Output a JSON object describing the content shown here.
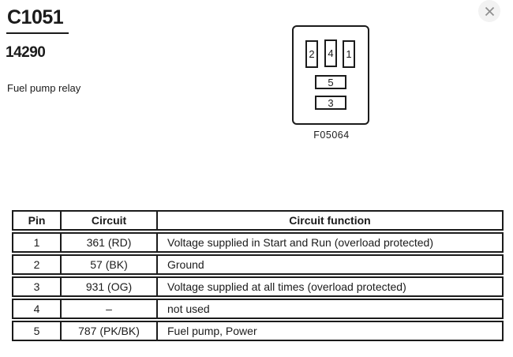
{
  "title_block": {
    "connector_id": "C1051",
    "part_number": "14290",
    "description": "Fuel pump relay"
  },
  "diagram": {
    "figure_label": "F05064",
    "pins_top": [
      "2",
      "4",
      "1"
    ],
    "pin_middle": "5",
    "pin_bottom": "3"
  },
  "pin_table": {
    "headers": {
      "pin": "Pin",
      "circuit": "Circuit",
      "function": "Circuit function"
    },
    "rows": [
      {
        "pin": "1",
        "circuit": "361 (RD)",
        "function": "Voltage supplied in Start and Run (overload protected)"
      },
      {
        "pin": "2",
        "circuit": "57 (BK)",
        "function": "Ground"
      },
      {
        "pin": "3",
        "circuit": "931 (OG)",
        "function": "Voltage supplied at all times (overload protected)"
      },
      {
        "pin": "4",
        "circuit": "–",
        "function": "not used"
      },
      {
        "pin": "5",
        "circuit": "787 (PK/BK)",
        "function": "Fuel pump, Power"
      }
    ]
  },
  "colors": {
    "background": "#ffffff",
    "text": "#1b1b1b",
    "border": "#1b1b1b",
    "close_x": "#8f8f8f",
    "close_bg": "#f2f2f2"
  }
}
